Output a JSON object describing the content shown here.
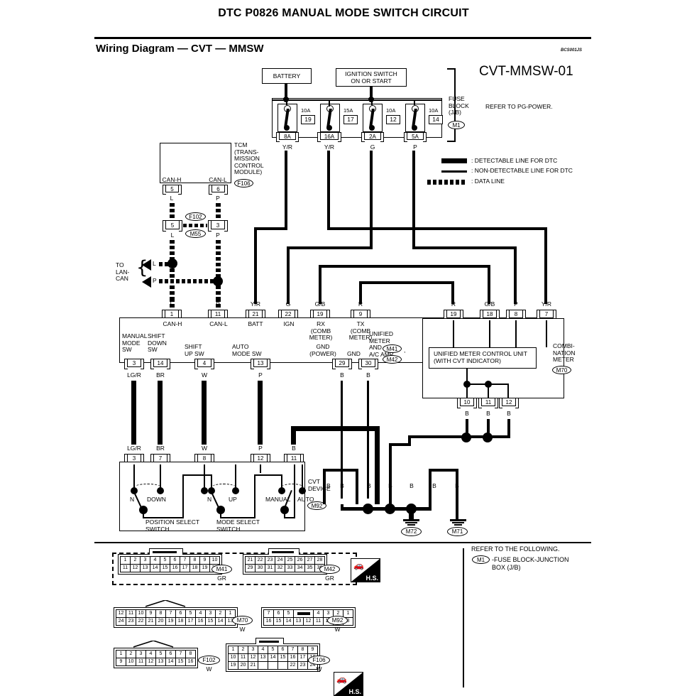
{
  "document": {
    "title": "DTC P0826 MANUAL MODE SWITCH CIRCUIT",
    "section_title": "Wiring Diagram — CVT — MMSW",
    "doc_code": "BCS001JS",
    "frame_number": "CVT-MMSW-01"
  },
  "power": {
    "battery_label": "BATTERY",
    "ignition_label": "IGNITION SWITCH\nON OR START",
    "fuse_block_label": "FUSE\nBLOCK\n(J/B)",
    "fuse_block_id": "M1",
    "refer_note": "REFER TO PG-POWER.",
    "fuses": [
      {
        "rating": "10A",
        "number": "19",
        "terminal": "8A",
        "wire": "Y/R"
      },
      {
        "rating": "15A",
        "number": "17",
        "terminal": "16A",
        "wire": "Y/R"
      },
      {
        "rating": "10A",
        "number": "12",
        "terminal": "2A",
        "wire": "G"
      },
      {
        "rating": "10A",
        "number": "14",
        "terminal": "5A",
        "wire": "P"
      }
    ]
  },
  "legend": [
    {
      "style": "thick",
      "text": ": DETECTABLE LINE FOR DTC"
    },
    {
      "style": "thin",
      "text": ": NON-DETECTABLE LINE FOR DTC"
    },
    {
      "style": "dashed",
      "text": ": DATA LINE"
    }
  ],
  "tcm": {
    "label": "TCM\n(TRANS-\nMISSION\nCONTROL\nMODULE)",
    "id": "F106",
    "terminals": [
      {
        "name": "CAN-H",
        "pin": "5",
        "wire": "L"
      },
      {
        "name": "CAN-L",
        "pin": "6",
        "wire": "P"
      }
    ],
    "inline_connector": {
      "upper_id": "F102",
      "lower_id": "M55",
      "left_pin": "5",
      "right_pin": "3"
    },
    "to_lan": {
      "label": "TO\nLAN-\nCAN",
      "wires": [
        "L",
        "P"
      ]
    },
    "lower_wires": [
      "L",
      "P"
    ]
  },
  "unified_meter": {
    "label": "UNIFIED\nMETER\nAND\nA/C AMP.",
    "ids": [
      "M41",
      "M42"
    ],
    "top_terminals": [
      {
        "pin": "1",
        "wire": "L",
        "name": "CAN-H"
      },
      {
        "pin": "11",
        "wire": "P",
        "name": "CAN-L"
      },
      {
        "pin": "21",
        "wire": "Y/R",
        "name": "BATT"
      },
      {
        "pin": "22",
        "wire": "G",
        "name": "IGN"
      },
      {
        "pin": "19",
        "wire": "G/B",
        "name": "RX\n(COMB\nMETER)"
      },
      {
        "pin": "9",
        "wire": "R",
        "name": "TX\n(COMB\nMETER)"
      }
    ],
    "bottom_terminals": [
      {
        "pin": "3",
        "wire": "LG/R",
        "name": "MANUAL\nMODE\nSW"
      },
      {
        "pin": "14",
        "wire": "BR",
        "name": "SHIFT\nDOWN\nSW"
      },
      {
        "pin": "4",
        "wire": "W",
        "name": "SHIFT\nUP SW"
      },
      {
        "pin": "13",
        "wire": "P",
        "name": "AUTO\nMODE SW"
      },
      {
        "pin": "29",
        "wire": "B",
        "name": "GND\n(POWER)"
      },
      {
        "pin": "30",
        "wire": "B",
        "name": "GND"
      }
    ]
  },
  "combination_meter": {
    "label": "COMBI-\nNATION\nMETER",
    "id": "M70",
    "inner_unit": "UNIFIED METER CONTROL UNIT\n(WITH CVT INDICATOR)",
    "top_terminals": [
      {
        "pin": "19",
        "wire": "R"
      },
      {
        "pin": "18",
        "wire": "G/B"
      },
      {
        "pin": "8",
        "wire": "P"
      },
      {
        "pin": "7",
        "wire": "Y/R"
      }
    ],
    "bottom_terminals": [
      {
        "pin": "10",
        "wire": "B"
      },
      {
        "pin": "11",
        "wire": "B"
      },
      {
        "pin": "12",
        "wire": "B"
      }
    ]
  },
  "cvt_device": {
    "label": "CVT\nDEVICE",
    "id": "M92",
    "terminals": [
      {
        "pin": "3",
        "wire": "LG/R"
      },
      {
        "pin": "7",
        "wire": "BR"
      },
      {
        "pin": "8",
        "wire": "W"
      },
      {
        "pin": "12",
        "wire": "P"
      },
      {
        "pin": "11",
        "wire": "B"
      }
    ],
    "switches": [
      {
        "name": "POSITION SELECT\nSWITCH",
        "poles": [
          "N",
          "DOWN",
          "N",
          "UP"
        ]
      },
      {
        "name": "MODE SELECT\nSWITCH",
        "poles": [
          "MANUAL",
          "AUTO"
        ]
      }
    ],
    "right_wire": "B"
  },
  "grounds": {
    "wire_labels": [
      "B",
      "B",
      "B",
      "B",
      "B",
      "B"
    ],
    "points": [
      {
        "id": "M72"
      },
      {
        "id": "M71"
      }
    ]
  },
  "connectors": [
    {
      "id": "M41",
      "color": "GR",
      "shape": "tab-top",
      "rows": [
        [
          "1",
          "2",
          "3",
          "4",
          "5",
          "6",
          "7",
          "8",
          "9",
          "10"
        ],
        [
          "11",
          "12",
          "13",
          "14",
          "15",
          "16",
          "17",
          "18",
          "19",
          "20"
        ]
      ]
    },
    {
      "id": "M42",
      "color": "GR",
      "shape": "tab-top",
      "rows": [
        [
          "21",
          "22",
          "23",
          "24",
          "25",
          "26",
          "27",
          "28"
        ],
        [
          "29",
          "30",
          "31",
          "32",
          "33",
          "34",
          "35",
          "36"
        ]
      ]
    },
    {
      "id": "M70",
      "color": "W",
      "shape": "peak-top",
      "rows": [
        [
          "12",
          "11",
          "10",
          "9",
          "8",
          "7",
          "6",
          "5",
          "4",
          "3",
          "2",
          "1"
        ],
        [
          "24",
          "23",
          "22",
          "21",
          "20",
          "19",
          "18",
          "17",
          "16",
          "15",
          "14",
          "13"
        ]
      ]
    },
    {
      "id": "M92",
      "color": "W",
      "shape": "slot-top",
      "rows": [
        [
          "7",
          "6",
          "5",
          "",
          "",
          "4",
          "3",
          "2",
          "1"
        ],
        [
          "16",
          "15",
          "14",
          "13",
          "12",
          "11",
          "10",
          "9",
          "8"
        ]
      ]
    },
    {
      "id": "F102",
      "color": "W",
      "shape": "peak-top",
      "rows": [
        [
          "1",
          "2",
          "3",
          "4",
          "5",
          "6",
          "7",
          "8"
        ],
        [
          "9",
          "10",
          "11",
          "12",
          "13",
          "14",
          "15",
          "16"
        ]
      ]
    },
    {
      "id": "F106",
      "color": "W",
      "shape": "tab-top-3row",
      "rows": [
        [
          "1",
          "2",
          "3",
          "4",
          "5",
          "6",
          "7",
          "8",
          "9"
        ],
        [
          "10",
          "11",
          "12",
          "13",
          "14",
          "15",
          "16",
          "17",
          "18"
        ],
        [
          "19",
          "20",
          "21",
          "",
          "",
          "",
          "22",
          "23",
          "24"
        ]
      ]
    }
  ],
  "hs_icon": {
    "label": "H.S."
  },
  "footer": {
    "refer_heading": "REFER TO THE FOLLOWING.",
    "refer_id": "M1",
    "refer_text": "-FUSE BLOCK-JUNCTION\nBOX (J/B)"
  }
}
